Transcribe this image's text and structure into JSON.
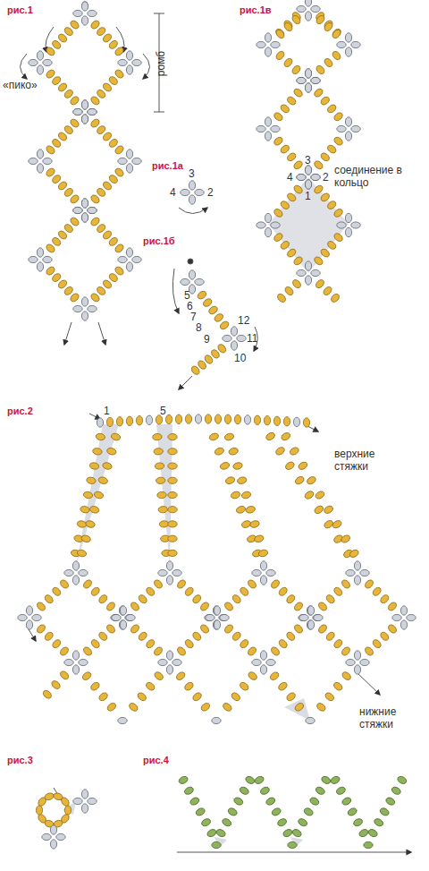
{
  "diagram": {
    "labels": [
      "рис.1",
      "ромб",
      "«пико»",
      "рис.1а",
      "3",
      "4",
      "2",
      "рис.1б",
      "5",
      "6",
      "7",
      "8",
      "9",
      "10",
      "11",
      "12",
      "рис.1в",
      "3",
      "4",
      "2",
      "1",
      "соединение в кольцо",
      "рис.2",
      "1",
      "5",
      "верхние стяжки",
      "нижние стяжки",
      "рис.3",
      "рис.4"
    ]
  }
}
